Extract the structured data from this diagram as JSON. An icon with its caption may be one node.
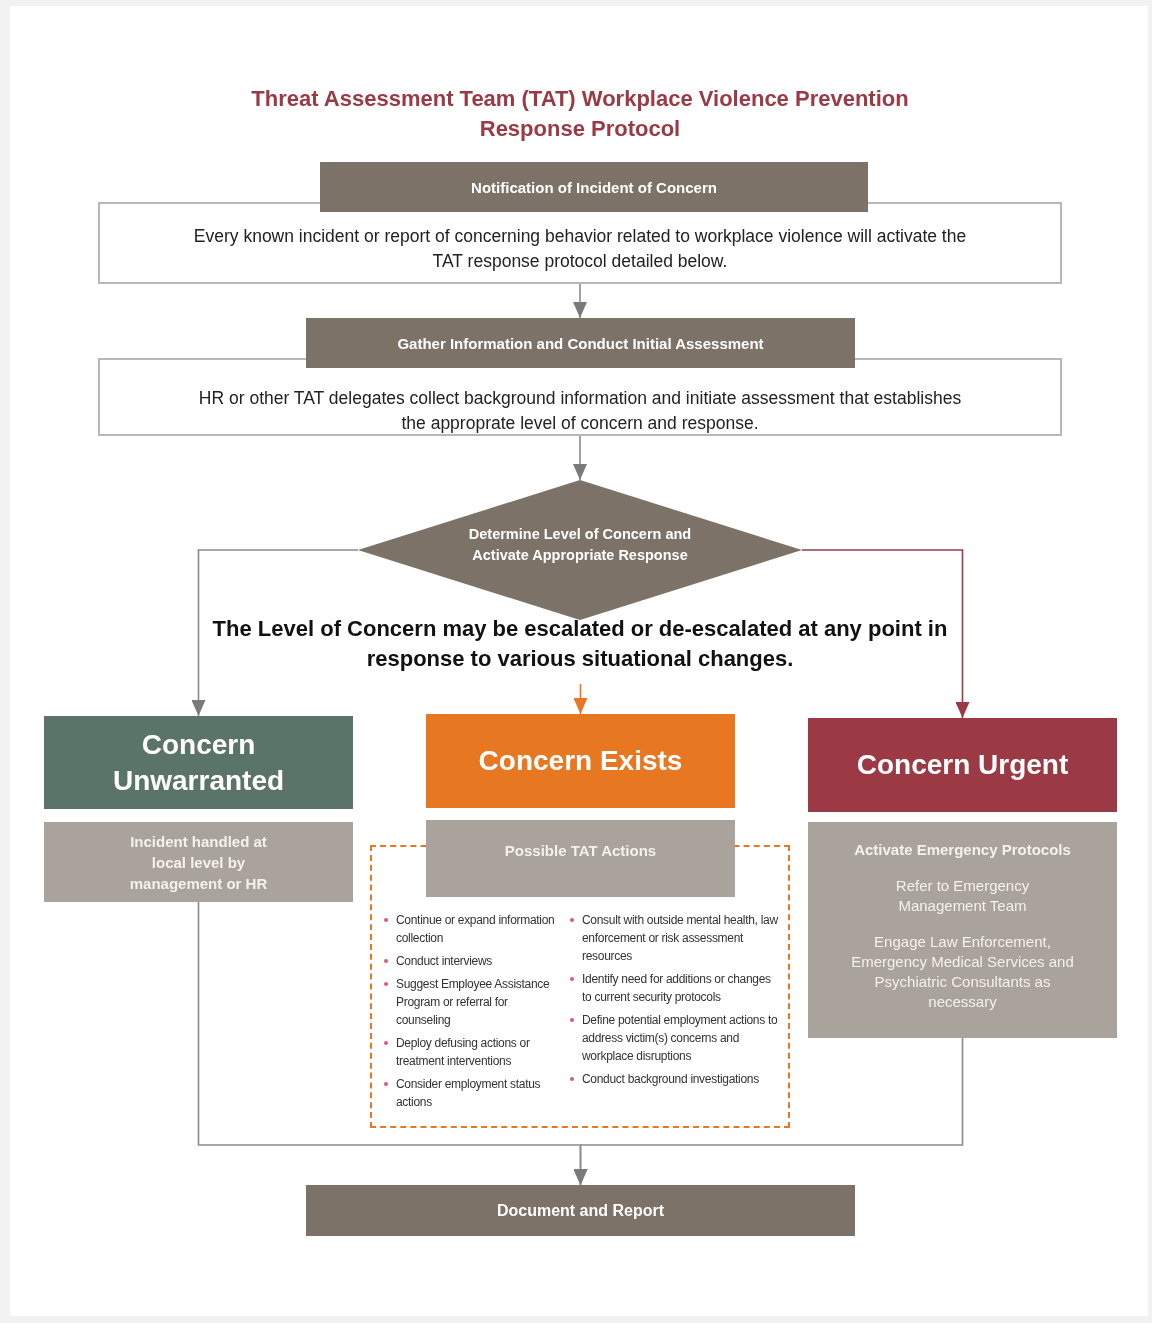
{
  "diagram": {
    "title": "Threat Assessment Team (TAT) Workplace Violence Prevention Response Protocol",
    "nodes": [
      {
        "text": [
          "Notification of Incident of Concern",
          "Every known incident or report of concerning behavior related to workplace violence will activate the TAT response protocol detailed below."
        ]
      },
      {
        "text": [
          "Gather Information and Conduct Initial Assessment",
          "HR or other TAT delegates collect background information and initiate assessment that establishes the approprate level of concern and response."
        ]
      },
      {
        "text": [
          "Determine Level of Concern and Activate Appropriate Response"
        ]
      },
      {
        "text": [
          "Concern Unwarranted"
        ]
      },
      {
        "text": [
          "Incident handled at local level by management or HR"
        ]
      },
      {
        "text": [
          "Concern Exists"
        ]
      },
      {
        "text": [
          "Continue or expand information collection",
          "Conduct interviews",
          "Suggest Employee Assistance Program or referral for counseling",
          "Deploy defusing actions or treatment interventions",
          "Consider employment status actions",
          "Consult with outside mental health, law enforcement or risk assessment resources",
          "Identify need for additions or changes to current security protocols",
          "Define potential employment actions to address victim(s) concerns and workplace disruptions",
          "Conduct background investigations"
        ]
      },
      {
        "text": [
          "Possible TAT Actions"
        ]
      },
      {
        "text": [
          "Concern Urgent"
        ]
      },
      {
        "text": [
          "Activate Emergency Protocols",
          "Refer to Emergency Management Team",
          "Engage Law Enforcement, Emergency Medical Services and Psychiatric Consultants as necessary"
        ]
      },
      {
        "text": [
          "Document and Report"
        ]
      }
    ],
    "edges": [
      {
        "from": 0,
        "to": 1,
        "arrow": "to"
      },
      {
        "from": 1,
        "to": 2,
        "arrow": "to"
      },
      {
        "from": 2,
        "to": 3,
        "arrow": "to"
      },
      {
        "from": null,
        "to": 5,
        "arrow": "to",
        "color": "#e87722"
      },
      {
        "from": 2,
        "to": 8,
        "arrow": "to",
        "color": "#9b3a45"
      },
      {
        "from": 4,
        "to": 10,
        "arrow": "to"
      },
      {
        "from": 9,
        "to": 10,
        "arrow": "to"
      }
    ],
    "labels": [
      "The Level of Concern may be escalated or de-escalated at any point in response to various situational changes."
    ]
  }
}
